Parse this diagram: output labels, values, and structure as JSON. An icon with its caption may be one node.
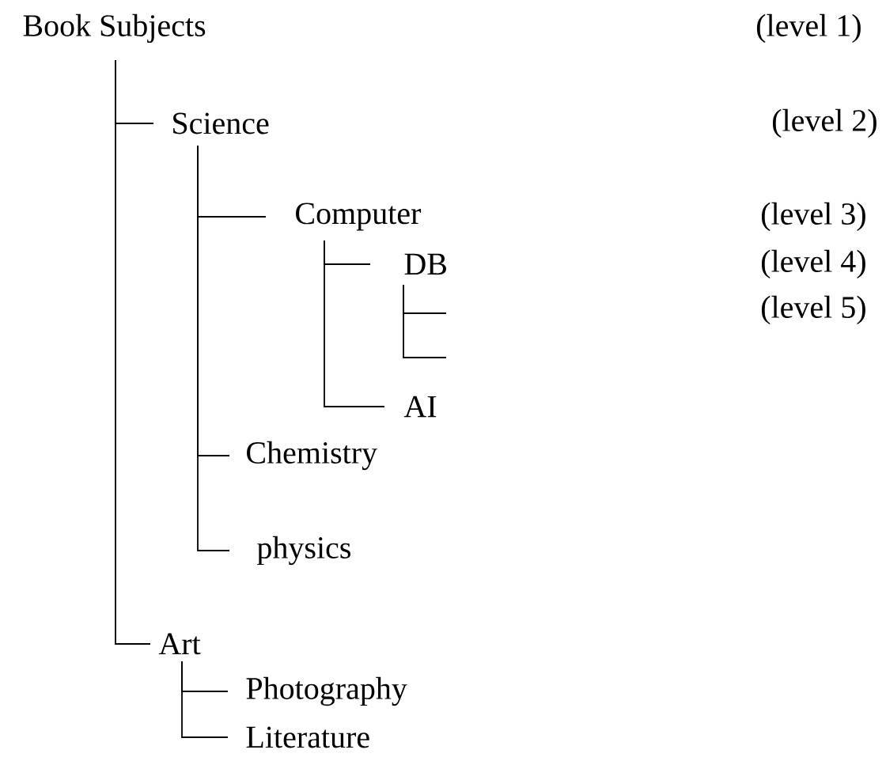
{
  "diagram": {
    "nodes": [
      {
        "text": [
          "Book Subjects"
        ]
      },
      {
        "text": [
          "Science"
        ]
      },
      {
        "text": [
          "Computer"
        ]
      },
      {
        "text": [
          "DB"
        ]
      },
      {
        "text": [
          "AI"
        ]
      },
      {
        "text": [
          "Chemistry"
        ]
      },
      {
        "text": [
          "physics"
        ]
      },
      {
        "text": [
          "Art"
        ]
      },
      {
        "text": [
          "Photography"
        ]
      },
      {
        "text": [
          "Literature"
        ]
      }
    ],
    "edges": [
      {
        "from": 0,
        "to": 1,
        "arrow": "none"
      },
      {
        "from": 0,
        "to": 7,
        "arrow": "none"
      },
      {
        "from": 1,
        "to": 2,
        "arrow": "none"
      },
      {
        "from": 1,
        "to": 5,
        "arrow": "none"
      },
      {
        "from": 1,
        "to": 6,
        "arrow": "none"
      },
      {
        "from": 2,
        "to": 3,
        "arrow": "none"
      },
      {
        "from": 2,
        "to": 4,
        "arrow": "none"
      },
      {
        "from": 3,
        "to": null,
        "arrow": "none"
      },
      {
        "from": 3,
        "to": null,
        "arrow": "none"
      },
      {
        "from": 7,
        "to": 8,
        "arrow": "none"
      },
      {
        "from": 7,
        "to": 9,
        "arrow": "none"
      }
    ],
    "labels": [
      "(level 1)",
      "(level 2)",
      "(level 3)",
      "(level 4)",
      "(level 5)"
    ]
  }
}
